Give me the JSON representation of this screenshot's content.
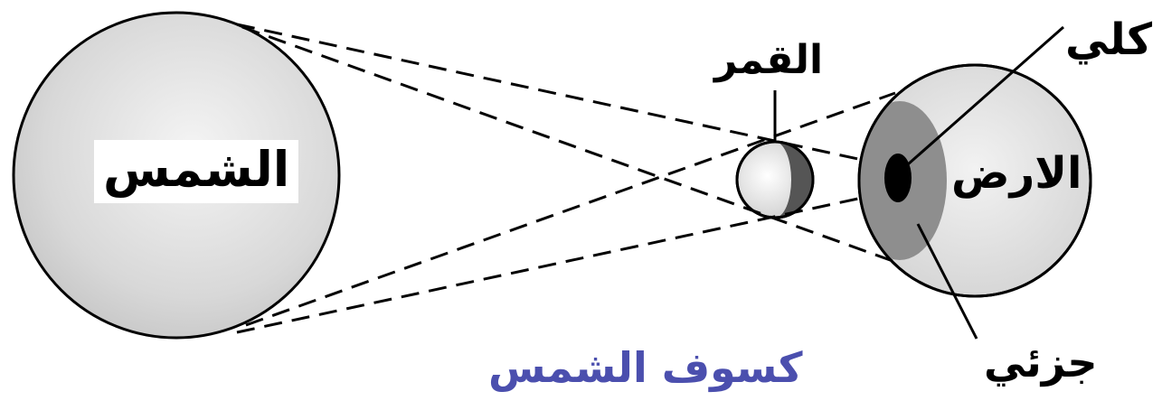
{
  "labels": {
    "sun": "الشمس",
    "earth": "الارض",
    "moon": "القمر",
    "total": "كلي",
    "partial": "جزئي",
    "caption": "كسوف الشمس"
  },
  "colors": {
    "sun_fill": "#dcdcdc",
    "earth_fill": "#e4e4e4",
    "penumbra": "#8e8e8e",
    "umbra": "#000000",
    "caption": "#4b4fae"
  }
}
